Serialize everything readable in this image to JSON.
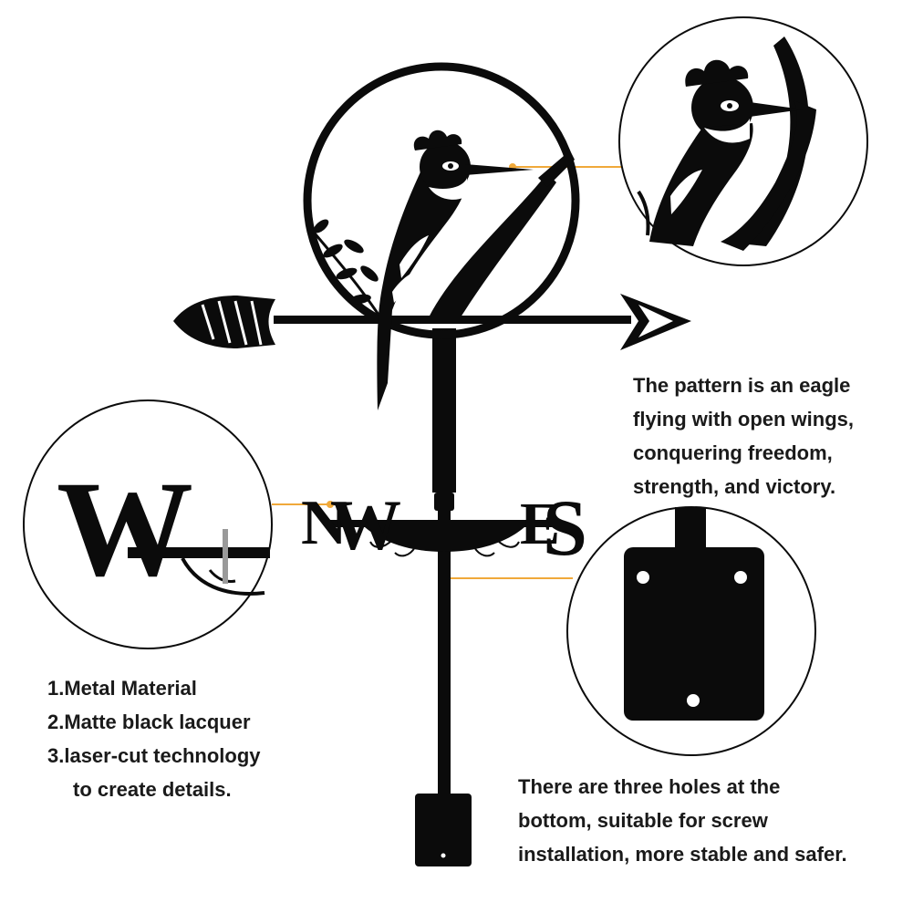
{
  "colors": {
    "metal": "#0b0b0b",
    "leader_line": "#f0a93a",
    "text": "#1a1a1a",
    "background": "#ffffff"
  },
  "compass": {
    "west": "W",
    "north": "N",
    "east": "E",
    "south": "S"
  },
  "captions": {
    "pattern": [
      "The pattern is an eagle",
      "flying with open wings,",
      "conquering freedom,",
      "strength, and victory."
    ],
    "material": [
      "1.Metal Material",
      "2.Matte black lacquer",
      "3.laser-cut technology",
      "to create details."
    ],
    "holes": [
      "There are three holes at the",
      "bottom, suitable for screw",
      "installation, more stable and safer."
    ]
  }
}
